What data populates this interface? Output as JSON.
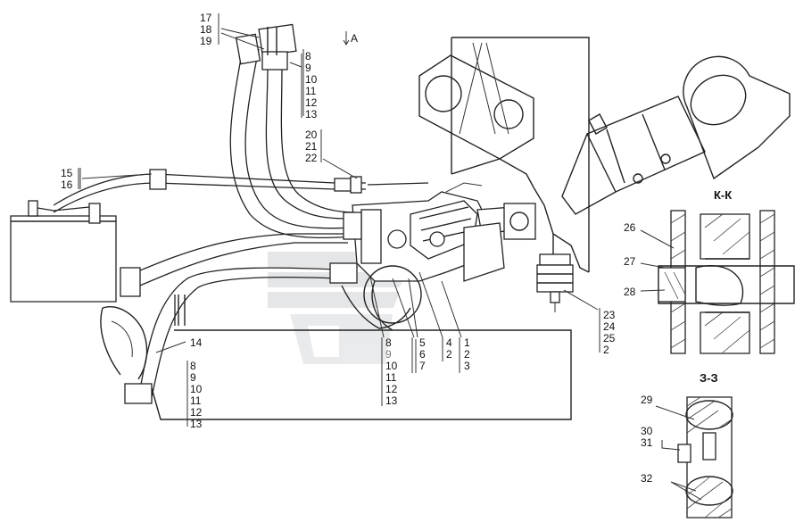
{
  "view_labels": {
    "arrow_a": "A",
    "section_kk": "К-К",
    "section_zz": "З-З"
  },
  "callouts": {
    "g_17_19": [
      "17",
      "18",
      "19"
    ],
    "g_8_13_top": [
      "8",
      "9",
      "10",
      "11",
      "12",
      "13"
    ],
    "g_20_22": [
      "20",
      "21",
      "22"
    ],
    "g_15_16": [
      "15",
      "16"
    ],
    "g_14": [
      "14"
    ],
    "g_8_13_bottom": [
      "8",
      "9",
      "10",
      "11",
      "12",
      "13"
    ],
    "g_8_13_center": [
      "8",
      "9",
      "10",
      "11",
      "12",
      "13"
    ],
    "g_5_7": [
      "5",
      "6",
      "7"
    ],
    "g_4_2": [
      "4",
      "2"
    ],
    "g_1_3": [
      "1",
      "2",
      "3"
    ],
    "g_23_2": [
      "23",
      "24",
      "25",
      "2"
    ],
    "g_26_28": [
      "26",
      "27",
      "28"
    ],
    "g_29_31": [
      "29",
      "30",
      "31"
    ],
    "g_32": [
      "32"
    ]
  },
  "colors": {
    "line": "#222222",
    "watermark": "#d9dcdf"
  }
}
